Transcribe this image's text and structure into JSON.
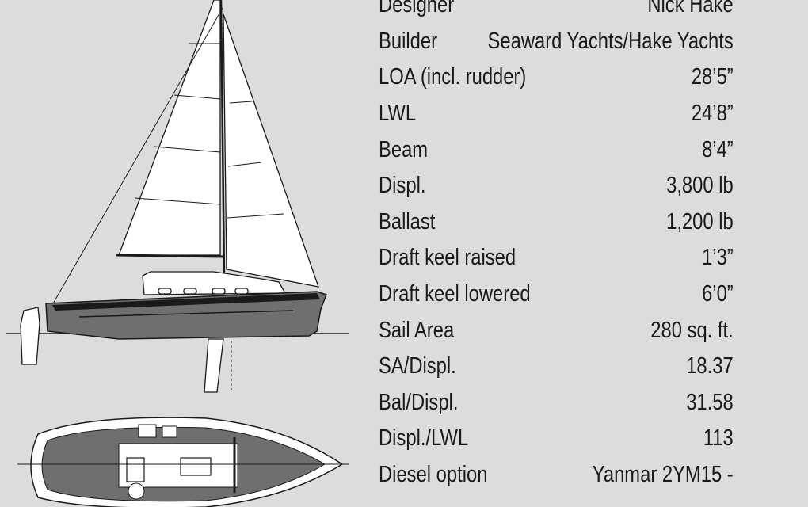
{
  "specs": [
    {
      "label": "Designer",
      "value": "Nick Hake"
    },
    {
      "label": "Builder",
      "value": "Seaward Yachts/Hake Yachts"
    },
    {
      "label": "LOA (incl. rudder)",
      "value": "28’5”"
    },
    {
      "label": "LWL",
      "value": "24’8”"
    },
    {
      "label": "Beam",
      "value": "8’4”"
    },
    {
      "label": "Displ.",
      "value": "3,800 lb"
    },
    {
      "label": "Ballast",
      "value": "1,200 lb"
    },
    {
      "label": "Draft keel raised",
      "value": "1’3”"
    },
    {
      "label": "Draft keel lowered",
      "value": "6’0”"
    },
    {
      "label": "Sail Area",
      "value": "280 sq. ft."
    },
    {
      "label": "SA/Displ.",
      "value": "18.37"
    },
    {
      "label": "Bal/Displ.",
      "value": "31.58"
    },
    {
      "label": "Displ./LWL",
      "value": "113"
    },
    {
      "label": "Diesel option",
      "value": "Yanmar 2YM15 -"
    }
  ],
  "colors": {
    "background": "#dcdcdc",
    "hull": "#6f6f6f",
    "deck": "#ffffff",
    "line": "#1a1a1a"
  },
  "icons": [
    "sailboat-profile-drawing",
    "sailboat-deck-plan-drawing"
  ]
}
